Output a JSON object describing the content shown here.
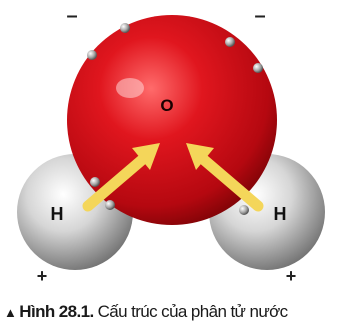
{
  "atoms": {
    "oxygen_label": "O",
    "hydrogen_left_label": "H",
    "hydrogen_right_label": "H"
  },
  "charges": {
    "top_left": "–",
    "top_right": "–",
    "bottom_left": "+",
    "bottom_right": "+"
  },
  "caption": {
    "marker": "▲",
    "figure_number": "Hình 28.1.",
    "text": "Cấu trúc của phân tử nước"
  },
  "colors": {
    "oxygen": "#d4141c",
    "hydrogen": "#cfcfcf",
    "arrow": "#f4d65a",
    "electron": "#9a9a9a"
  }
}
